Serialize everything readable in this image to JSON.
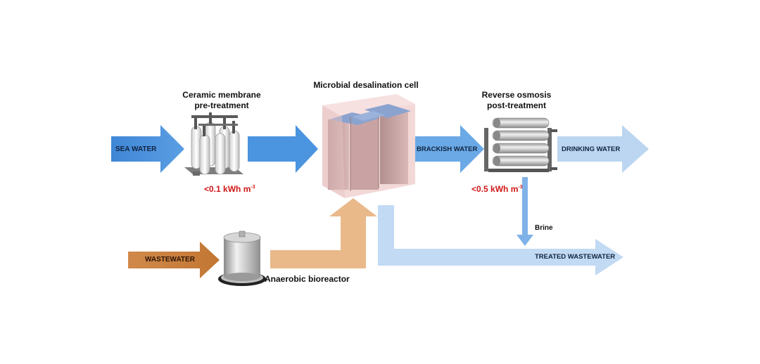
{
  "stages": {
    "ceramic": {
      "title_line1": "Ceramic membrane",
      "title_line2": "pre-treatment",
      "energy": "<0.1 kWh m",
      "energy_exp": "-3"
    },
    "mdc": {
      "title": "Microbial desalination cell"
    },
    "ro": {
      "title_line1": "Reverse osmosis",
      "title_line2": "post-treatment",
      "energy": "<0.5 kWh m",
      "energy_exp": "-3"
    },
    "bioreactor": {
      "title": "Anaerobic bioreactor"
    }
  },
  "flows": {
    "sea_water": "SEA WATER",
    "brackish_water": "BRACKISH WATER",
    "drinking_water": "DRINKING WATER",
    "wastewater": "WASTEWATER",
    "brine": "Brine",
    "treated_wastewater": "TREATED WASTEWATER"
  },
  "colors": {
    "blue_dark": "#4a8fd8",
    "blue_light": "#b9d3ef",
    "orange_dark": "#c77c3a",
    "orange_light": "#e9b98a",
    "energy_red": "#d01818"
  }
}
